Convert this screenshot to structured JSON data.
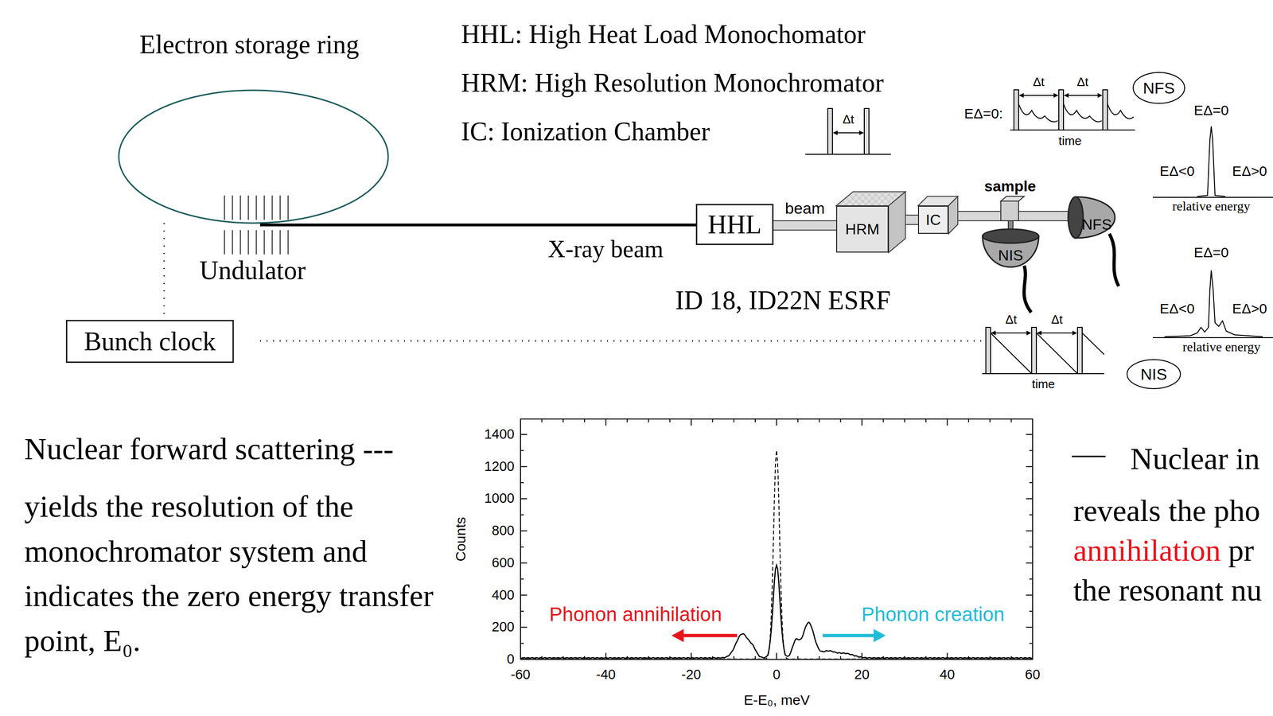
{
  "diagram": {
    "nodes": [
      {
        "text": [
          "Bunch clock"
        ]
      },
      {
        "text": [
          "HHL"
        ]
      },
      {
        "text": [
          "HRM"
        ]
      },
      {
        "text": [
          "IC"
        ]
      },
      {
        "text": [
          "NFS"
        ]
      },
      {
        "text": [
          "NIS"
        ]
      }
    ],
    "edges": [
      {
        "from": 1,
        "to": 2,
        "arrow": "none",
        "label": "beam"
      },
      {
        "from": 2,
        "to": 3,
        "arrow": "none"
      }
    ],
    "labels": [
      "Electron storage ring",
      "HHL: High Heat Load Monochomator",
      "HRM: High Resolution Monochromator",
      "IC: Ionization Chamber",
      "Undulator",
      "X-ray beam",
      "ID 18, ID22N ESRF",
      "Δt",
      "EΔ=0:",
      "Δt",
      "Δt",
      "time",
      "EΔ=0",
      "EΔ<0",
      "EΔ>0",
      "relative energy",
      "sample",
      "NIS",
      "NFS",
      "EΔ=0",
      "EΔ<0",
      "EΔ>0",
      "relative energy",
      "Δt",
      "Δt",
      "time",
      "Nuclear forward scattering ---",
      "yields the resolution of the monochromator system and indicates the zero energy transfer point, E₀.",
      "1400",
      "1200",
      "1000",
      "800",
      "600",
      "400",
      "200",
      "0",
      "-60",
      "-40",
      "-20",
      "0",
      "20",
      "40",
      "60",
      "Counts",
      "E-E₀, meV",
      "Phonon annihilation",
      "Phonon creation",
      "Nuclear in",
      "reveals the pho",
      "annihilation",
      "pr",
      "the resonant nu"
    ]
  }
}
